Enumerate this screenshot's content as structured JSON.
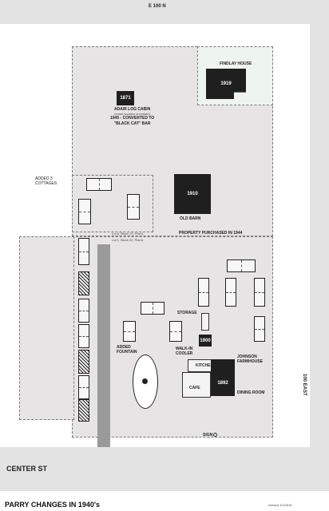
{
  "streets": {
    "north": "E 100 N",
    "east": "100 EAST",
    "south": "CENTER ST"
  },
  "buildings": {
    "finlay_house": {
      "label": "FINDLAY HOUSE",
      "year": "1919"
    },
    "log_cabin": {
      "year": "1871",
      "label": "ADAIR LOG CABIN",
      "note": "(exact location uncertain)",
      "line3": "1945 - CONVERTED TO",
      "line4": "\"BLACK CAT\" BAR"
    },
    "old_barn": {
      "year": "1910",
      "label": "OLD BARN"
    },
    "walk_in_cooler": {
      "year": "1900",
      "label": "WALK-IN COOLER"
    },
    "farmhouse": {
      "year": "1892",
      "label": "JOHNSON FARMHOUSE"
    }
  },
  "labels": {
    "added_cottages": "ADDED 3 COTTAGES",
    "property_purchased": "PROPERTY PURCHASED IN 1944",
    "lot_a": "Lot A, Block 22, Plat A",
    "lot_1": "Lot 1, Block 22, Plat A",
    "storage": "STORAGE",
    "added_fountain": "ADDED FOUNTAIN",
    "kitchen": "KITCHEN",
    "cafe": "CAFE",
    "dining_room": "DINING ROOM",
    "sign": "SIGN"
  },
  "footer": {
    "title": "PARRY CHANGES IN 1940's",
    "revised": "revised 1/1/2016"
  },
  "colors": {
    "road": "#e3e3e3",
    "lot": "#e6e4e4",
    "building": "#1f1f1f",
    "finlay_lot": "#eef4ef"
  }
}
